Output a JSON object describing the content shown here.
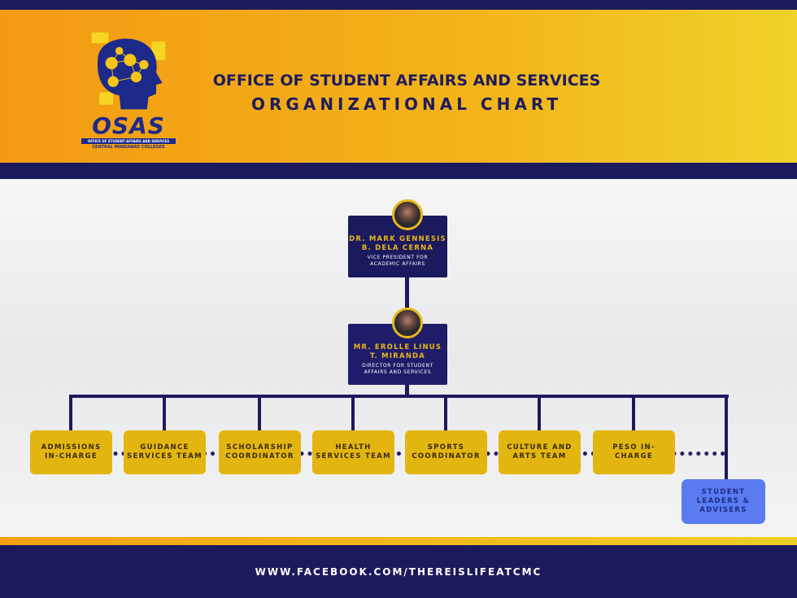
{
  "header": {
    "title": "OFFICE OF STUDENT AFFAIRS AND SERVICES",
    "subtitle": "ORGANIZATIONAL CHART",
    "logo": {
      "text": "OSAS",
      "tagline": "OFFICE OF STUDENT AFFAIRS AND SERVICES",
      "school": "CENTRAL MINDANAO COLLEGES"
    }
  },
  "colors": {
    "navy": "#1b1a5e",
    "gold": "#e3b510",
    "blue": "#5b7cf0",
    "orange": "#f39a12"
  },
  "chart": {
    "vp": {
      "name_line1": "DR. MARK GENNESIS",
      "name_line2": "B. DELA CERNA",
      "role_line1": "VICE PRESIDENT FOR",
      "role_line2": "ACADEMIC AFFAIRS"
    },
    "director": {
      "name_line1": "MR. EROLLE LINUS",
      "name_line2": "T. MIRANDA",
      "role_line1": "DIRECTOR FOR STUDENT",
      "role_line2": "AFFAIRS AND SERVICES"
    },
    "units": [
      "ADMISSIONS IN-CHARGE",
      "GUIDANCE SERVICES TEAM",
      "SCHOLARSHIP COORDINATOR",
      "HEALTH SERVICES TEAM",
      "SPORTS COORDINATOR",
      "CULTURE AND ARTS TEAM",
      "PESO IN-CHARGE"
    ],
    "student": "STUDENT LEADERS & ADVISERS"
  },
  "footer": {
    "url": "WWW.FACEBOOK.COM/THEREISLIFEATCMC"
  }
}
